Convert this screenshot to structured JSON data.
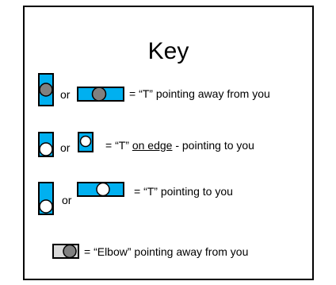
{
  "key": {
    "title": "Key",
    "rows": [
      {
        "or": "or",
        "text": "= “T” pointing away from you"
      },
      {
        "or": "or",
        "text_pre": "= “T” ",
        "text_underlined": "on edge",
        "text_post": " - pointing to you"
      },
      {
        "or": "or",
        "text": "= “T” pointing  to you"
      },
      {
        "text": "= “Elbow” pointing away from you"
      }
    ]
  },
  "colors": {
    "fill_blue": "#00b0f0",
    "fill_gray": "#808080",
    "fill_light_gray": "#d9d9d9",
    "stroke": "#000000",
    "circle_white": "#ffffff"
  }
}
